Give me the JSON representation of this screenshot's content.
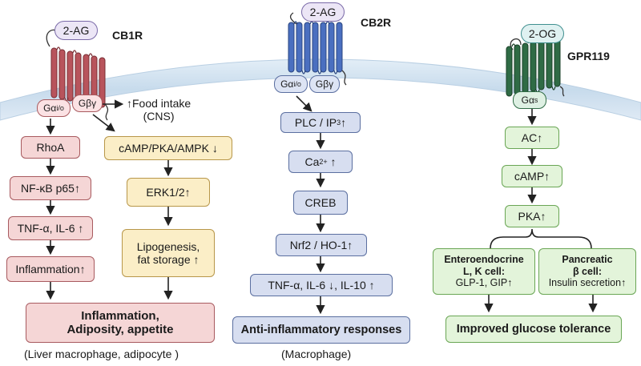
{
  "columns": {
    "cb1r": {
      "ligand": "2-AG",
      "receptor": "CB1R",
      "g_alpha": "Gα",
      "g_alpha_sub": "i/o",
      "g_beta_gamma": "Gβγ",
      "food_intake_line1": "↑Food intake",
      "food_intake_line2": "(CNS)",
      "left_chain": [
        "RhoA",
        "NF-κB p65↑",
        "TNF-α, IL-6 ↑",
        "Inflammation↑"
      ],
      "right_chain": [
        "cAMP/PKA/AMPK ↓",
        "ERK1/2↑"
      ],
      "lipo_line1": "Lipogenesis,",
      "lipo_line2": "fat storage ↑",
      "outcome_line1": "Inflammation,",
      "outcome_line2": "Adiposity, appetite",
      "cell_note": "(Liver macrophage, adipocyte )"
    },
    "cb2r": {
      "ligand": "2-AG",
      "receptor": "CB2R",
      "g_alpha": "Gα",
      "g_alpha_sub": "i/o",
      "g_beta_gamma": "Gβγ",
      "plc_pre": "PLC / IP",
      "plc_sub": "3",
      "plc_post": "↑",
      "ca_pre": "Ca",
      "ca_sup": "2+",
      "ca_post": " ↑",
      "chain": [
        "CREB",
        "Nrf2 / HO-1↑",
        "TNF-α, IL-6 ↓, IL-10 ↑"
      ],
      "outcome": "Anti-inflammatory responses",
      "cell_note": "(Macrophage)"
    },
    "gpr119": {
      "ligand": "2-OG",
      "receptor": "GPR119",
      "g_alpha": "Gα",
      "g_alpha_sub": "s",
      "chain": [
        "AC↑",
        "cAMP↑",
        "PKA↑"
      ],
      "entero_line1": "Enteroendocrine",
      "entero_line2": "L, K cell:",
      "entero_line3": "GLP-1, GIP↑",
      "panc_line1": "Pancreatic",
      "panc_line2": "β cell:",
      "panc_line3": "Insulin secretion↑",
      "outcome": "Improved glucose tolerance"
    }
  },
  "colors": {
    "cb1r": "#b8545c",
    "cb2r": "#4a6fc0",
    "gpr119": "#2f6b45",
    "membrane": "#cfe0ef"
  }
}
